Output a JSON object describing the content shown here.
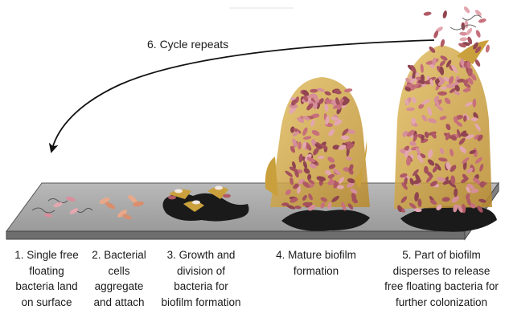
{
  "diagram": {
    "cycle_label": "6. Cycle repeats",
    "stages": [
      {
        "label": "1. Single free floating bacteria land on surface"
      },
      {
        "label": "2. Bacterial cells aggregate and attach"
      },
      {
        "label": "3. Growth and division of bacteria for biofilm formation"
      },
      {
        "label": "4. Mature biofilm formation"
      },
      {
        "label": "5. Part of biofilm disperses to release free floating bacteria for further colonization"
      }
    ],
    "colors": {
      "surface": "#a6a6a6",
      "matrix": "#c9a03c",
      "bacteria": "#b05a66",
      "bacteria_light": "#e3a7b0",
      "shadow": "#1a1a1a"
    }
  }
}
